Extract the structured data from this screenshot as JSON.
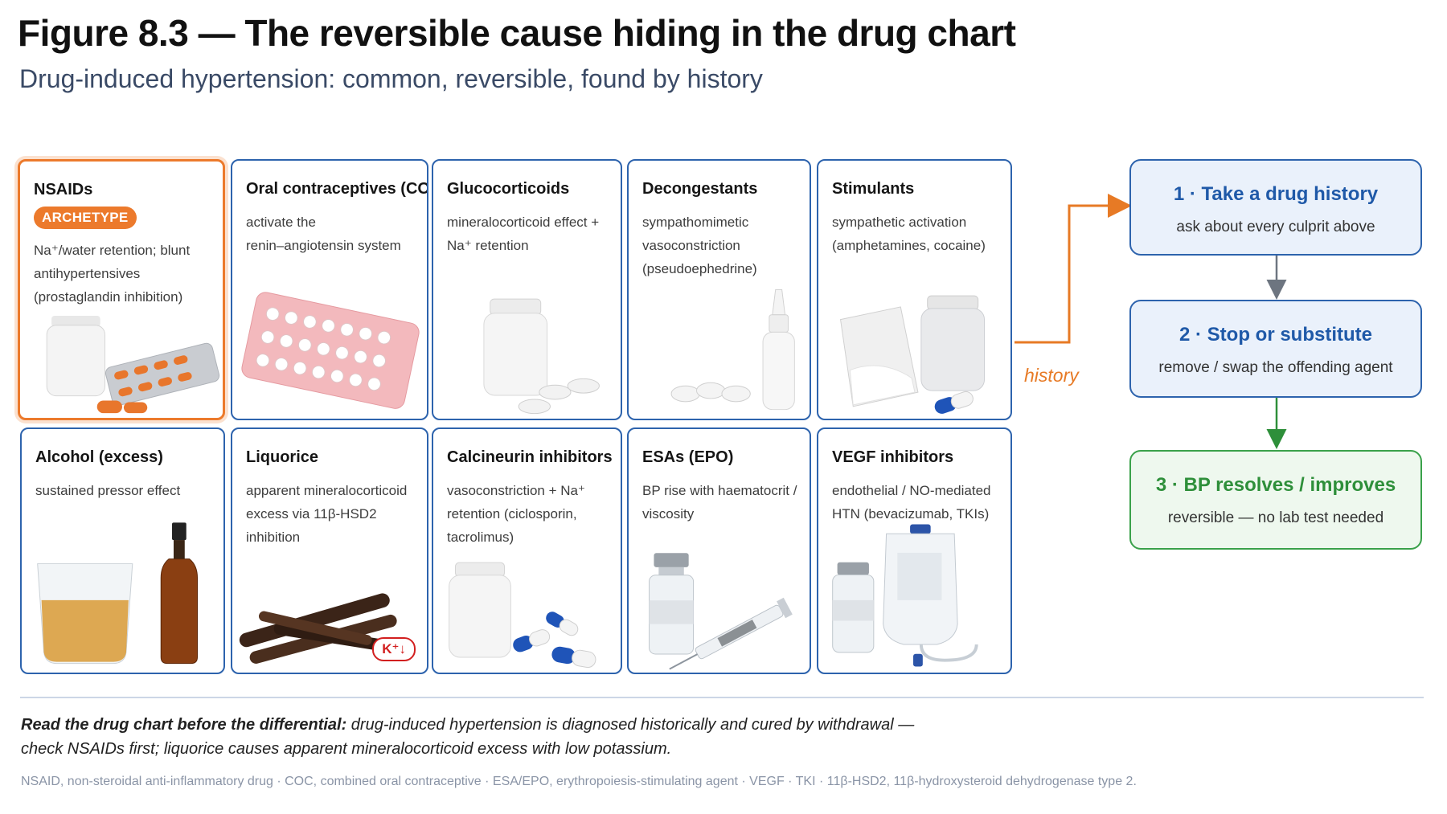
{
  "title": "Figure 8.3 — The reversible cause hiding in the drug chart",
  "subtitle": "Drug-induced hypertension: common, reversible, found by history",
  "cards": [
    {
      "title": "NSAIDs",
      "badge": "ARCHETYPE",
      "desc": [
        "Na⁺/water retention; blunt",
        "antihypertensives",
        "(prostaglandin inhibition)"
      ],
      "icon": "pill-bottle-blister-icon"
    },
    {
      "title": "Oral contraceptives (COC)",
      "desc": [
        "activate the",
        "renin–angiotensin system"
      ],
      "icon": "contraceptive-pack-icon"
    },
    {
      "title": "Glucocorticoids",
      "desc": [
        "mineralocorticoid effect +",
        "Na⁺ retention"
      ],
      "icon": "pill-bottle-tablets-icon"
    },
    {
      "title": "Decongestants",
      "desc": [
        "sympathomimetic",
        "vasoconstriction",
        "(pseudoephedrine)"
      ],
      "icon": "nasal-spray-icon"
    },
    {
      "title": "Stimulants",
      "desc": [
        "sympathetic activation",
        "(amphetamines, cocaine)"
      ],
      "icon": "powder-bag-icon"
    },
    {
      "title": "Alcohol (excess)",
      "desc": [
        "sustained pressor effect"
      ],
      "icon": "whisky-glass-bottle-icon"
    },
    {
      "title": "Liquorice",
      "desc": [
        "apparent mineralocorticoid",
        "excess via 11β-HSD2",
        "inhibition"
      ],
      "icon": "liquorice-root-icon",
      "kbadge": "K⁺↓"
    },
    {
      "title": "Calcineurin inhibitors",
      "desc": [
        "vasoconstriction + Na⁺",
        "retention (ciclosporin,",
        "tacrolimus)"
      ],
      "icon": "capsule-bottle-icon"
    },
    {
      "title": "ESAs (EPO)",
      "desc": [
        "BP rise with haematocrit /",
        "viscosity"
      ],
      "icon": "vial-syringe-icon"
    },
    {
      "title": "VEGF inhibitors",
      "desc": [
        "endothelial / NO-mediated",
        "HTN (bevacizumab, TKIs)"
      ],
      "icon": "infusion-bag-vial-icon"
    }
  ],
  "flow": {
    "history_label": "history",
    "steps": [
      {
        "title": "1 · Take a drug history",
        "sub": "ask about every culprit above"
      },
      {
        "title": "2 · Stop or substitute",
        "sub": "remove / swap the offending agent"
      },
      {
        "title": "3 · BP resolves / improves",
        "sub": "reversible — no lab test needed"
      }
    ]
  },
  "takeaway": {
    "lead": "Read the drug chart before the differential:",
    "line1": " drug-induced hypertension is diagnosed historically and cured by withdrawal —",
    "line2": "check NSAIDs first; liquorice causes apparent mineralocorticoid excess with low potassium."
  },
  "footnote": "NSAID, non-steroidal anti-inflammatory drug · COC, combined oral contraceptive · ESA/EPO, erythropoiesis-stimulating agent · VEGF · TKI · 11β-HSD2, 11β-hydroxysteroid dehydrogenase type 2.",
  "colors": {
    "card_border": "#2d63ad",
    "archetype": "#ec7a2c",
    "step_blue": "#1f59a8",
    "step_green": "#2e8f3a",
    "alert": "#d21f1f"
  }
}
